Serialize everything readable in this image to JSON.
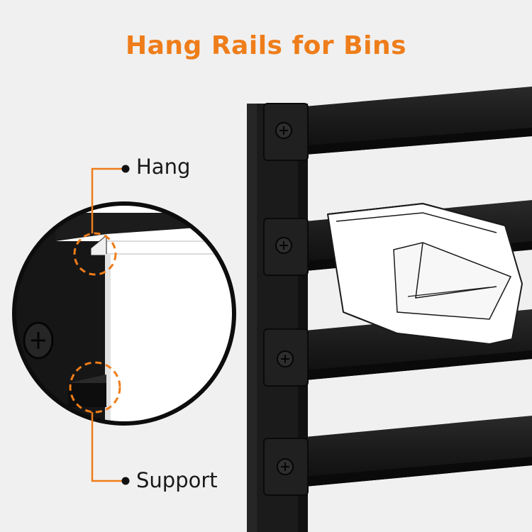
{
  "title": "Hang Rails for Bins",
  "callouts": {
    "hang": "Hang",
    "support": "Support"
  },
  "colors": {
    "accent": "#ee7d1a",
    "background": "#f0f0f0",
    "metal": "#1b1b1b",
    "bin": "#ffffff"
  },
  "icons": {
    "screw": "screw-icon",
    "dot": "callout-dot-icon"
  }
}
